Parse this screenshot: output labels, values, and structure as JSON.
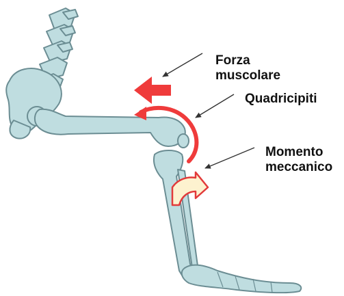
{
  "labels": {
    "muscle_force": [
      "Forza",
      "muscolare"
    ],
    "quadriceps": "Quadricipiti",
    "mechanical_moment": [
      "Momento",
      "meccanico"
    ]
  },
  "colors": {
    "bone_fill": "#bfdde0",
    "bone_stroke": "#6b8d93",
    "muscle_red": "#ef3b3b",
    "moment_arrow_fill": "#fdf2cf",
    "moment_arrow_stroke": "#e23a3a",
    "leader_line": "#333333"
  }
}
